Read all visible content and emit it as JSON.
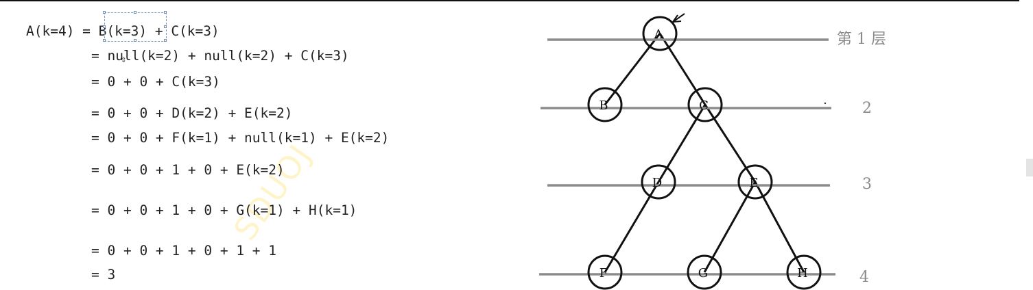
{
  "equations": [
    "A(k=4) = B(k=3) + C(k=3)",
    "= null(k=2) + null(k=2) + C(k=3)",
    "= 0 + 0 + C(k=3)",
    "= 0 + 0 + D(k=2) + E(k=2)",
    "= 0 + 0 + F(k=1) + null(k=1) + E(k=2)",
    "= 0 + 0 + 1 + 0 + E(k=2)",
    "= 0 + 0 + 1 + 0 + G(k=1) + H(k=1)",
    "= 0 + 0 + 1 + 0 + 1 + 1",
    "= 3"
  ],
  "tree": {
    "nodes": [
      "A",
      "B",
      "C",
      "D",
      "E",
      "F",
      "G",
      "H"
    ],
    "edges": [
      [
        "A",
        "B"
      ],
      [
        "A",
        "C"
      ],
      [
        "C",
        "D"
      ],
      [
        "C",
        "E"
      ],
      [
        "D",
        "F"
      ],
      [
        "E",
        "G"
      ],
      [
        "E",
        "H"
      ]
    ],
    "levels": [
      "第 1 层",
      "2",
      "3",
      "4"
    ]
  },
  "watermark": "SDUOJ",
  "colors": {
    "ink": "#111111",
    "level_line": "#8c8c8c",
    "level_label": "#8a8a8a",
    "watermark": "#fff3c4"
  }
}
